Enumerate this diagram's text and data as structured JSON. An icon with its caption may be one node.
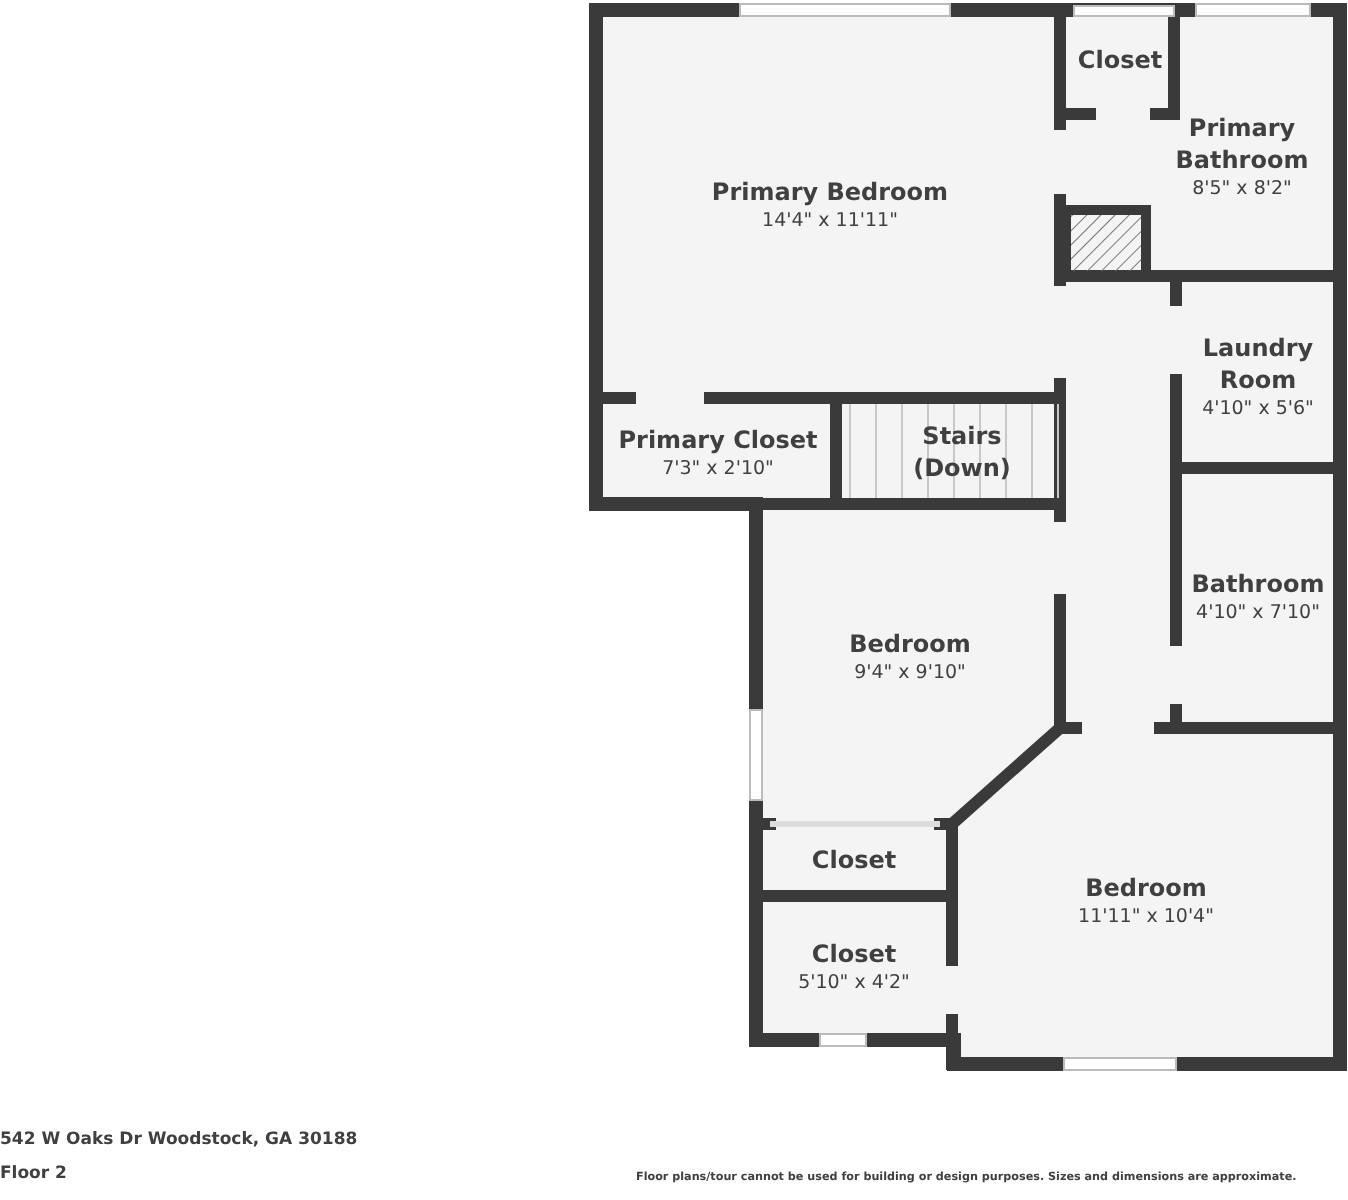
{
  "diagram": {
    "nodes": [
      {
        "text": [
          "Primary Bedroom",
          "14'4\" x 11'11\""
        ]
      },
      {
        "text": [
          "Closet"
        ]
      },
      {
        "text": [
          "Primary Bathroom",
          "8'5\" x 8'2\""
        ]
      },
      {
        "text": [
          "Laundry Room",
          "4'10\" x 5'6\""
        ]
      },
      {
        "text": [
          "Primary Closet",
          "7'3\" x 2'10\""
        ]
      },
      {
        "text": [
          "Stairs (Down)"
        ]
      },
      {
        "text": [
          "Bathroom",
          "4'10\" x 7'10\""
        ]
      },
      {
        "text": [
          "Bedroom",
          "9'4\" x 9'10\""
        ]
      },
      {
        "text": [
          "Closet"
        ]
      },
      {
        "text": [
          "Bedroom",
          "11'11\" x 10'4\""
        ]
      },
      {
        "text": [
          "Closet",
          "5'10\" x 4'2\""
        ]
      }
    ],
    "labels": [
      "542 W Oaks Dr Woodstock, GA 30188",
      "Floor 2",
      "Floor plans/tour cannot be used for building or design purposes. Sizes and dimensions are approximate."
    ]
  }
}
